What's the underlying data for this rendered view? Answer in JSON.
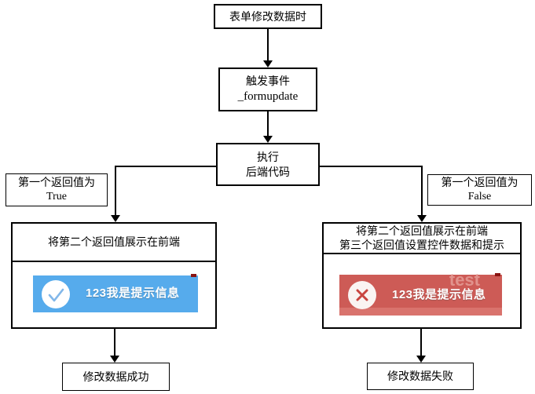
{
  "diagram": {
    "type": "flowchart",
    "nodes": {
      "start": {
        "label": "表单修改数据时"
      },
      "trigger": {
        "line1": "触发事件",
        "line2": "_formupdate"
      },
      "execute": {
        "line1": "执行",
        "line2": "后端代码"
      },
      "cond_true": {
        "line1": "第一个返回值为",
        "line2": "True"
      },
      "cond_false": {
        "line1": "第一个返回值为",
        "line2": "False"
      },
      "branch_true": {
        "header": "将第二个返回值展示在前端"
      },
      "branch_false": {
        "header_line1": "将第二个返回值展示在前端",
        "header_line2": "第三个返回值设置控件数据和提示"
      },
      "success": {
        "label": "修改数据成功"
      },
      "fail": {
        "label": "修改数据失败"
      }
    },
    "edges": [
      "start -> trigger",
      "trigger -> execute",
      "execute -> branch_true (第一个返回值为 True)",
      "execute -> branch_false (第一个返回值为 False)",
      "branch_true -> success",
      "branch_false -> fail"
    ],
    "toasts": {
      "success": {
        "message": "123我是提示信息",
        "icon": "check-circle",
        "background": "#56abec",
        "icon_stroke": "#82b7e9"
      },
      "error": {
        "message": "123我是提示信息",
        "icon": "cross-circle",
        "background": "#cd5b56",
        "band": "#d9736d",
        "icon_stroke": "#c94540",
        "watermark": "test"
      }
    },
    "colors": {
      "line": "#000000",
      "node_background": "#ffffff",
      "toast_success": "#56abec",
      "toast_error": "#cd5b56",
      "toast_error_band": "#d9736d",
      "corner_mark": "#8b1412",
      "watermark_text": "#e59d97"
    }
  }
}
